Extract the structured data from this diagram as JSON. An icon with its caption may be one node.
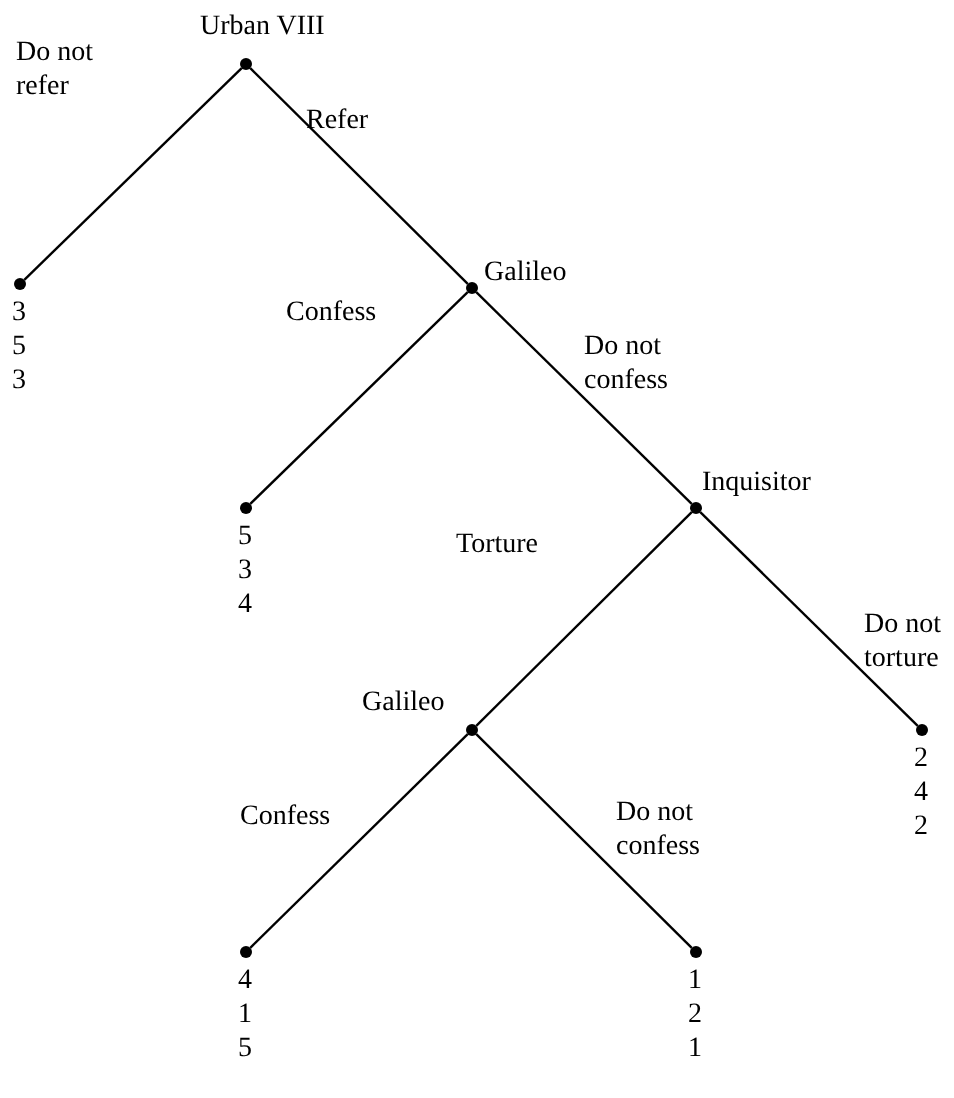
{
  "diagram": {
    "nodes": [
      {
        "text": [],
        "shape": "circle",
        "beside": [
          "Urban VIII"
        ]
      },
      {
        "text": [],
        "shape": "circle",
        "beside": [
          "3 5 3"
        ]
      },
      {
        "text": [],
        "shape": "circle",
        "beside": [
          "Galileo"
        ]
      },
      {
        "text": [],
        "shape": "circle",
        "beside": [
          "5 3 4"
        ]
      },
      {
        "text": [],
        "shape": "circle",
        "beside": [
          "Inquisitor"
        ]
      },
      {
        "text": [],
        "shape": "circle",
        "beside": [
          "Galileo"
        ]
      },
      {
        "text": [],
        "shape": "circle",
        "beside": [
          "2 4 2"
        ]
      },
      {
        "text": [],
        "shape": "circle",
        "beside": [
          "4 1 5"
        ]
      },
      {
        "text": [],
        "shape": "circle",
        "beside": [
          "1 2 1"
        ]
      }
    ],
    "edges": [
      {
        "from": 0,
        "to": 1,
        "arrow": "none",
        "label": "Do not refer"
      },
      {
        "from": 0,
        "to": 2,
        "arrow": "none",
        "label": "Refer"
      },
      {
        "from": 2,
        "to": 3,
        "arrow": "none",
        "label": "Confess"
      },
      {
        "from": 2,
        "to": 4,
        "arrow": "none",
        "label": "Do not confess"
      },
      {
        "from": 4,
        "to": 5,
        "arrow": "none",
        "label": "Torture"
      },
      {
        "from": 4,
        "to": 6,
        "arrow": "none",
        "label": "Do not torture"
      },
      {
        "from": 5,
        "to": 7,
        "arrow": "none",
        "label": "Confess"
      },
      {
        "from": 5,
        "to": 8,
        "arrow": "none",
        "label": "Do not confess"
      }
    ]
  }
}
